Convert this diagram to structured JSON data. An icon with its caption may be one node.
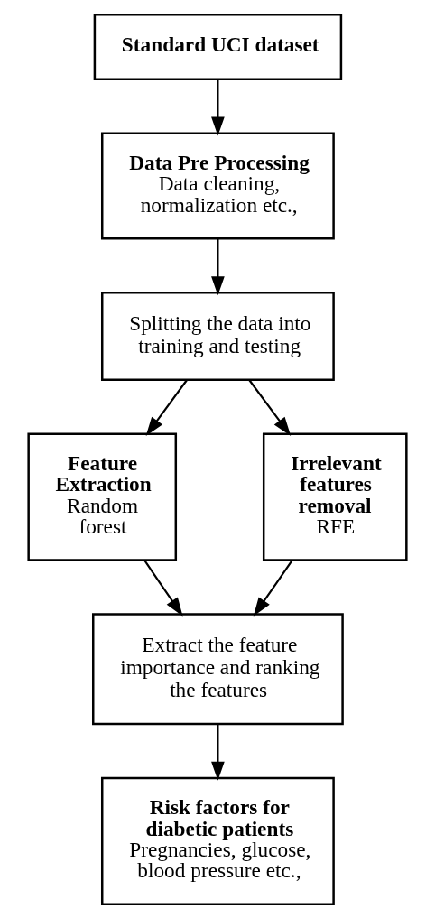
{
  "diagram": {
    "nodes": [
      {
        "text": [
          "Standard UCI dataset"
        ]
      },
      {
        "text": [
          "Data Pre Processing",
          "Data cleaning, normalization etc.,"
        ]
      },
      {
        "text": [
          "Splitting the data into training and testing"
        ]
      },
      {
        "text": [
          "Feature Extraction",
          "Random forest"
        ]
      },
      {
        "text": [
          "Irrelevant features removal",
          "RFE"
        ]
      },
      {
        "text": [
          "Extract the feature importance and ranking the features"
        ]
      },
      {
        "text": [
          "Risk factors for diabetic patients",
          "Pregnancies, glucose, blood pressure etc.,"
        ]
      }
    ],
    "edges": [
      {
        "from": 0,
        "to": 1,
        "arrow": "to"
      },
      {
        "from": 1,
        "to": 2,
        "arrow": "to"
      },
      {
        "from": 2,
        "to": 3,
        "arrow": "to"
      },
      {
        "from": 2,
        "to": 4,
        "arrow": "to"
      },
      {
        "from": 3,
        "to": 5,
        "arrow": "to"
      },
      {
        "from": 4,
        "to": 5,
        "arrow": "to"
      },
      {
        "from": 5,
        "to": 6,
        "arrow": "to"
      }
    ]
  }
}
